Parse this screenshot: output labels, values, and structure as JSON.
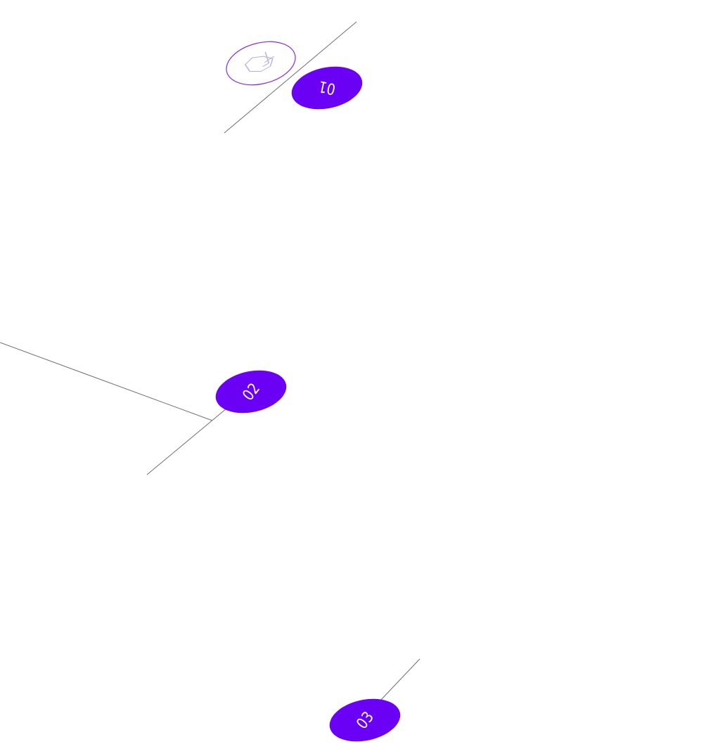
{
  "diagram": {
    "accent_color": "#6a00f4",
    "ring_color": "#8a2be2",
    "line_color": "#6f6f6f",
    "marker_icon": "shield-check-icon",
    "steps": [
      {
        "label": "01"
      },
      {
        "label": "02"
      },
      {
        "label": "03"
      }
    ]
  }
}
